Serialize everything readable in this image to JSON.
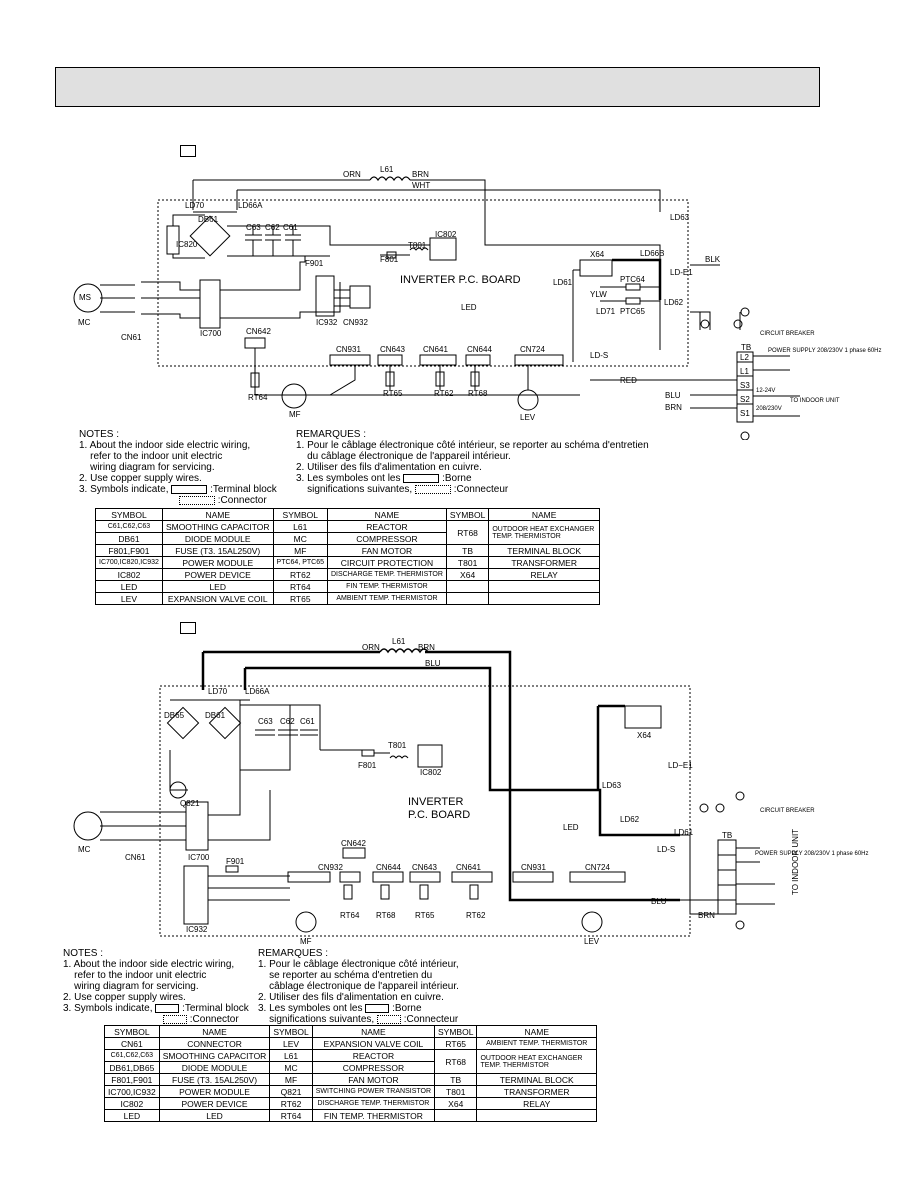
{
  "diagram1": {
    "board_label": "INVERTER P.C. BOARD",
    "wire_labels": {
      "orn": "ORN",
      "brn": "BRN",
      "wht": "WHT",
      "blk": "BLK",
      "red": "RED",
      "blu": "BLU",
      "ylw": "YLW"
    },
    "components": [
      "L61",
      "LD70",
      "LD66A",
      "DB61",
      "IC820",
      "C63",
      "C62",
      "C61",
      "IC802",
      "F801",
      "T801",
      "F901",
      "X64",
      "LD66B",
      "LD63",
      "LD-E1",
      "LD61",
      "LD62",
      "LD71",
      "PTC64",
      "PTC65",
      "LED",
      "IC700",
      "IC932",
      "CN932",
      "CN642",
      "CN931",
      "CN643",
      "CN641",
      "CN644",
      "CN724",
      "RT64",
      "RT65",
      "RT62",
      "RT68",
      "CN61",
      "LD-S",
      "TB",
      "L1",
      "L2",
      "S1",
      "S2",
      "S3"
    ],
    "motor_labels": {
      "mc": "MC",
      "mf": "MF",
      "lev": "LEV",
      "ms": "MS"
    },
    "power_supply": "POWER SUPPLY\n208/230V\n1 phase 60Hz",
    "circuit_breaker": "CIRCUIT\nBREAKER",
    "to_indoor": "TO\nINDOOR\nUNIT",
    "dc_label": "12-24V",
    "ac_label": "208/230V"
  },
  "notes1": {
    "en_title": "NOTES :",
    "en_lines": [
      "1. About the indoor side electric wiring,",
      "    refer to the indoor unit electric",
      "    wiring diagram for servicing.",
      "2. Use copper supply wires.",
      "3. Symbols indicate,"
    ],
    "en_terminal": ":Terminal block",
    "en_connector": ":Connector",
    "fr_title": "REMARQUES :",
    "fr_lines": [
      "1. Pour le câblage électronique côté intérieur, se reporter au schéma d'entretien",
      "    du câblage électronique de l'appareil intérieur.",
      "2. Utiliser des fils d'alimentation en cuivre.",
      "3. Les symboles ont les",
      "    significations suivantes,"
    ],
    "fr_borne": ":Borne",
    "fr_connecteur": ":Connecteur"
  },
  "table1": {
    "headers": [
      "SYMBOL",
      "NAME",
      "SYMBOL",
      "NAME",
      "SYMBOL",
      "NAME"
    ],
    "rows": [
      [
        "C61,C62,C63",
        "SMOOTHING CAPACITOR",
        "L61",
        "REACTOR",
        "RT68",
        "OUTDOOR HEAT EXCHANGER TEMP. THERMISTOR"
      ],
      [
        "DB61",
        "DIODE MODULE",
        "MC",
        "COMPRESSOR",
        "",
        ""
      ],
      [
        "F801,F901",
        "FUSE (T3. 15AL250V)",
        "MF",
        "FAN MOTOR",
        "TB",
        "TERMINAL BLOCK"
      ],
      [
        "IC700,IC820,IC932",
        "POWER MODULE",
        "PTC64, PTC65",
        "CIRCUIT PROTECTION",
        "T801",
        "TRANSFORMER"
      ],
      [
        "IC802",
        "POWER DEVICE",
        "RT62",
        "DISCHARGE TEMP. THERMISTOR",
        "X64",
        "RELAY"
      ],
      [
        "LED",
        "LED",
        "RT64",
        "FIN TEMP. THERMISTOR",
        "",
        ""
      ],
      [
        "LEV",
        "EXPANSION VALVE COIL",
        "RT65",
        "AMBIENT TEMP. THERMISTOR",
        "",
        ""
      ]
    ]
  },
  "diagram2": {
    "board_label_1": "INVERTER",
    "board_label_2": "P.C. BOARD",
    "components": [
      "L61",
      "LD70",
      "LD66A",
      "DB65",
      "DB61",
      "C63",
      "C62",
      "C61",
      "Q821",
      "F801",
      "T801",
      "IC802",
      "X64",
      "LD63",
      "LD-E1",
      "LD62",
      "LD61",
      "LD-S",
      "LED",
      "IC700",
      "F901",
      "IC932",
      "CN932",
      "CN642",
      "CN644",
      "CN643",
      "CN641",
      "CN931",
      "CN724",
      "RT64",
      "RT68",
      "RT65",
      "RT62",
      "CN61",
      "TB"
    ],
    "motor_labels": {
      "mc": "MC",
      "mf": "MF",
      "lev": "LEV"
    },
    "to_indoor": "TO INDOOR UNIT"
  },
  "notes2": {
    "en_title": "NOTES :",
    "en_lines": [
      "1. About the indoor side electric wiring,",
      "    refer to the indoor unit electric",
      "    wiring diagram for servicing.",
      "2. Use copper supply wires.",
      "3. Symbols indicate,"
    ],
    "en_terminal": ":Terminal block",
    "en_connector": ":Connector",
    "fr_title": "REMARQUES :",
    "fr_lines": [
      "1. Pour le câblage électronique côté intérieur,",
      "    se reporter au schéma d'entretien du",
      "    câblage électronique de l'appareil intérieur.",
      "2. Utiliser des fils d'alimentation en cuivre.",
      "3. Les symboles ont les",
      "    significations suivantes,"
    ],
    "fr_borne": ":Borne",
    "fr_connecteur": ":Connecteur"
  },
  "table2": {
    "headers": [
      "SYMBOL",
      "NAME",
      "SYMBOL",
      "NAME",
      "SYMBOL",
      "NAME"
    ],
    "rows": [
      [
        "CN61",
        "CONNECTOR",
        "LEV",
        "EXPANSION VALVE COIL",
        "RT65",
        "AMBIENT TEMP. THERMISTOR"
      ],
      [
        "C61,C62,C63",
        "SMOOTHING CAPACITOR",
        "L61",
        "REACTOR",
        "RT68",
        "OUTDOOR HEAT EXCHANGER TEMP. THERMISTOR"
      ],
      [
        "DB61,DB65",
        "DIODE MODULE",
        "MC",
        "COMPRESSOR",
        "",
        ""
      ],
      [
        "F801,F901",
        "FUSE (T3. 15AL250V)",
        "MF",
        "FAN MOTOR",
        "TB",
        "TERMINAL BLOCK"
      ],
      [
        "IC700,IC932",
        "POWER MODULE",
        "Q821",
        "SWITCHING POWER TRANSISTOR",
        "T801",
        "TRANSFORMER"
      ],
      [
        "IC802",
        "POWER DEVICE",
        "RT62",
        "DISCHARGE TEMP. THERMISTOR",
        "X64",
        "RELAY"
      ],
      [
        "LED",
        "LED",
        "RT64",
        "FIN TEMP. THERMISTOR",
        "",
        ""
      ]
    ]
  }
}
